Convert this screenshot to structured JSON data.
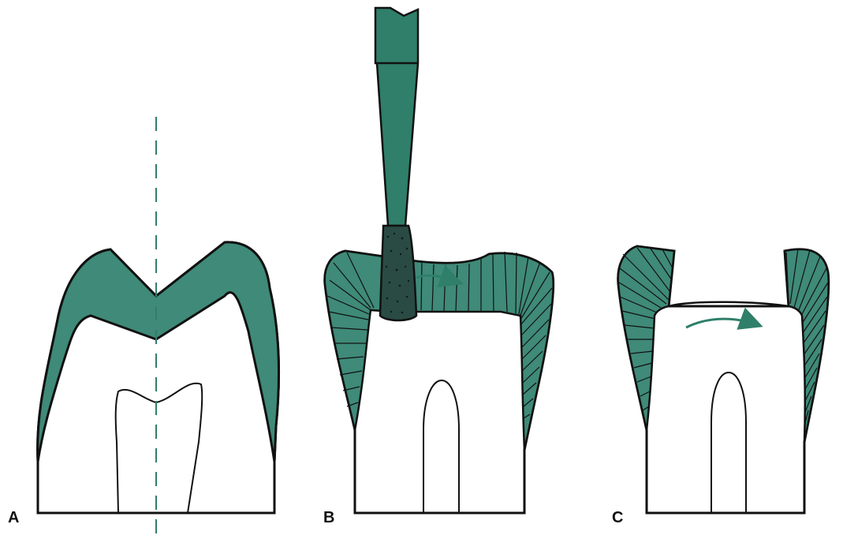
{
  "figure": {
    "panels": [
      {
        "id": "A",
        "label": "A"
      },
      {
        "id": "B",
        "label": "B"
      },
      {
        "id": "C",
        "label": "C"
      }
    ]
  },
  "colors": {
    "enamel": "#3f8a78",
    "instrument": "#2f7f6a",
    "outline": "#111111",
    "background": "#ffffff",
    "arrow": "#2f7f6a"
  }
}
